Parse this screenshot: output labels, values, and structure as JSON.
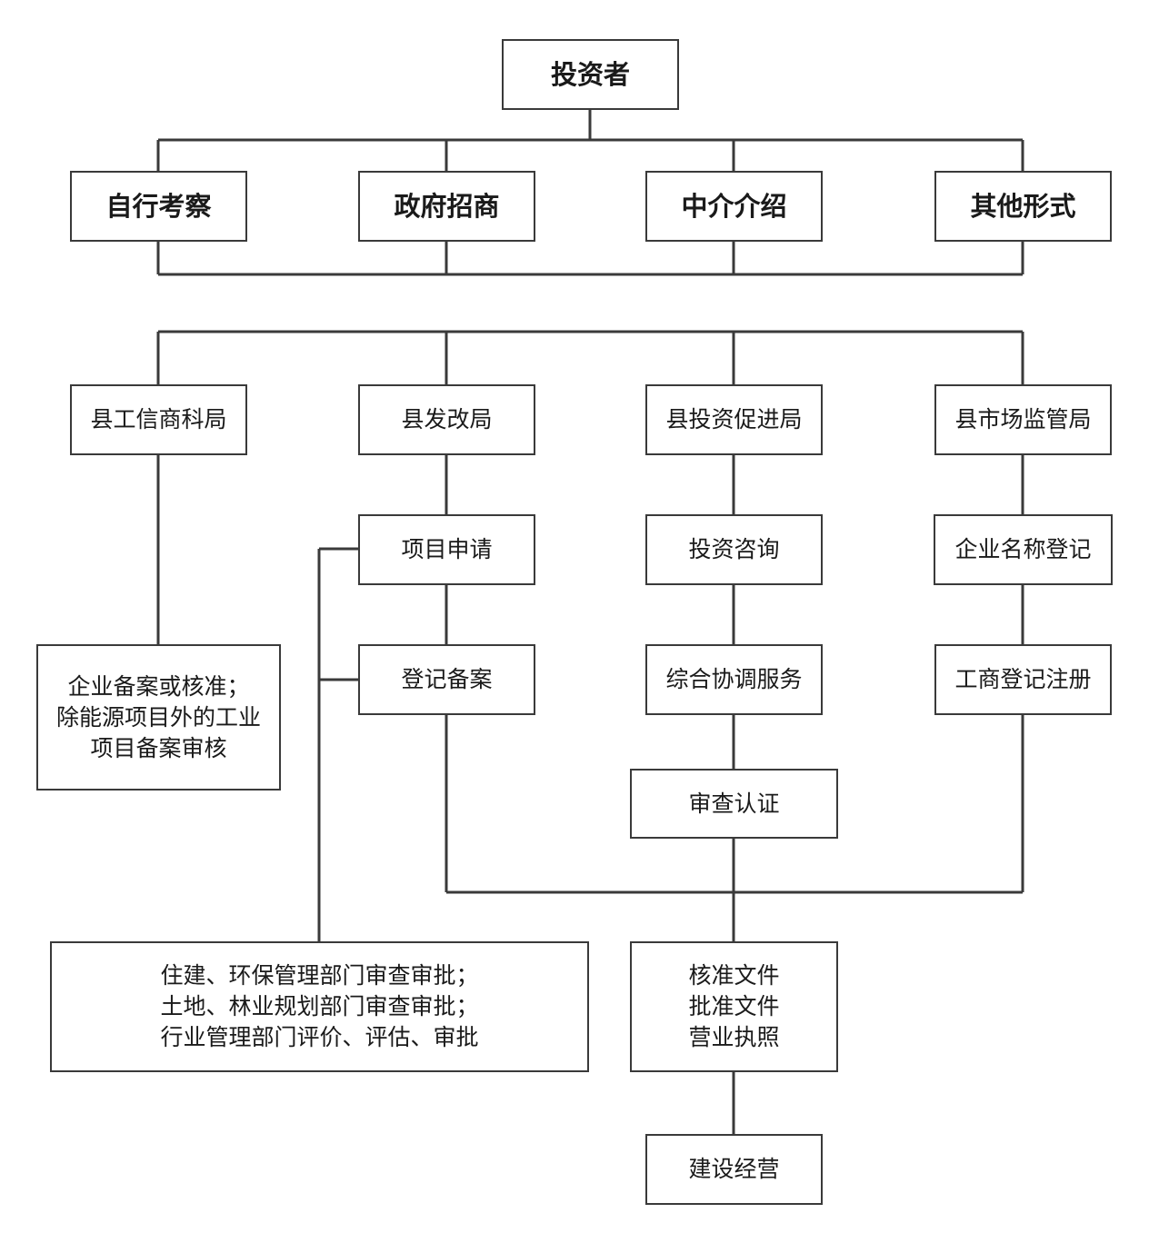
{
  "nodes": {
    "investor": "投资者",
    "self_inspection": "自行考察",
    "gov_attraction": "政府招商",
    "agency_intro": "中介介绍",
    "other_forms": "其他形式",
    "industry_bureau": "县工信商科局",
    "dev_reform_bureau": "县发改局",
    "investment_bureau": "县投资促进局",
    "market_bureau": "县市场监管局",
    "industry_filing": {
      "line1": "企业备案或核准；",
      "line2": "除能源项目外的工业",
      "line3": "项目备案审核"
    },
    "project_application": "项目申请",
    "registration_filing": "登记备案",
    "investment_consulting": "投资咨询",
    "coordination_service": "综合协调服务",
    "review_certification": "审查认证",
    "name_registration": "企业名称登记",
    "business_registration": "工商登记注册",
    "dept_approvals": {
      "line1": "住建、环保管理部门审查审批；",
      "line2": "土地、林业规划部门审查审批；",
      "line3": "行业管理部门评价、评估、审批"
    },
    "documents": {
      "line1": "核准文件",
      "line2": "批准文件",
      "line3": "营业执照"
    },
    "construction_operation": "建设经营"
  }
}
